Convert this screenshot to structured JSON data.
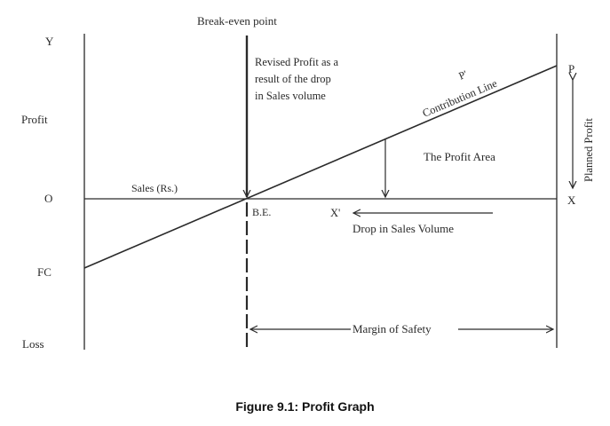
{
  "figure": {
    "caption": "Figure 9.1: Profit Graph",
    "title": "Break-even point"
  },
  "axis_labels": {
    "y": "Y",
    "profit": "Profit",
    "origin": "O",
    "fc": "FC",
    "loss": "Loss",
    "x": "X",
    "sales": "Sales (Rs.)"
  },
  "annotations": {
    "revised_profit_line1": "Revised Profit as a",
    "revised_profit_line2": "result of the drop",
    "revised_profit_line3": "in Sales volume",
    "p_prime": "P'",
    "contribution_line": "Contribution Line",
    "p": "P",
    "planned_profit": "Planned Profit",
    "profit_area": "The Profit Area",
    "be": "B.E.",
    "x_prime": "X'",
    "drop_in_sales": "Drop in Sales Volume",
    "margin_of_safety": "Margin of Safety"
  },
  "colors": {
    "line": "#2a2a2a",
    "background": "#ffffff"
  }
}
